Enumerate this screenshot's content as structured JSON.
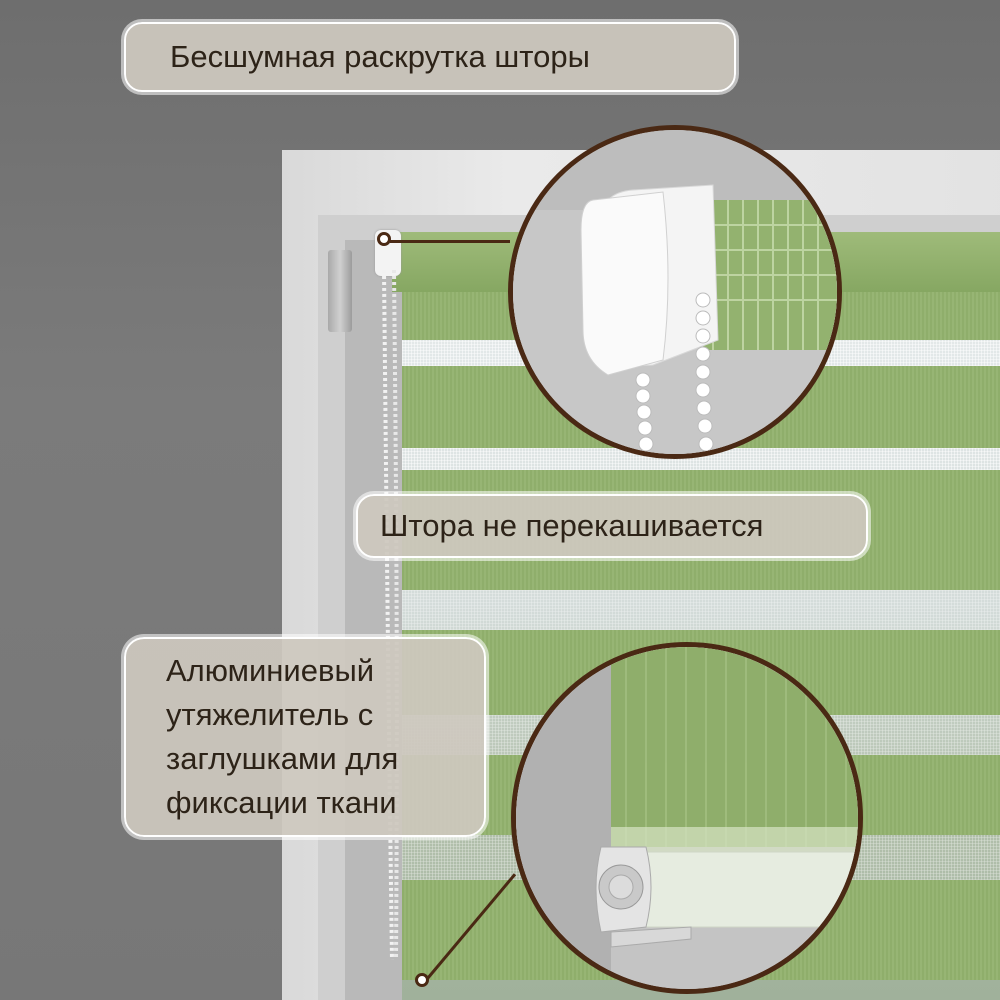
{
  "labels": {
    "top": "Бесшумная раскрутка шторы",
    "middle": "Штора не перекашивается",
    "bottom": [
      "Алюминиевый",
      "утяжелитель с",
      "заглушками для",
      "фиксации ткани"
    ]
  },
  "colors": {
    "wall": "#7a7a7a",
    "blind_green": "#8fae6b",
    "label_bg": "#cdc8be",
    "label_text": "#2d2318",
    "zoom_border": "#4a2914"
  },
  "zoom_details": {
    "top": "chain-mechanism-closeup",
    "bottom": "bottom-weight-bar-closeup"
  }
}
